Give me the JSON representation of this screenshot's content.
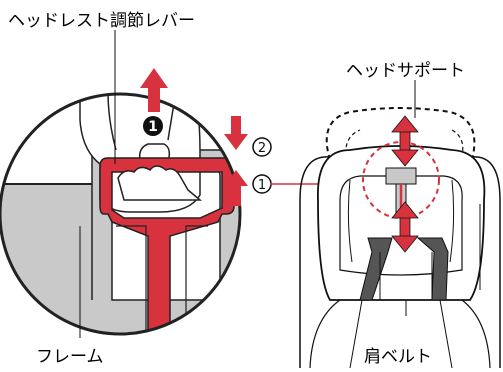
{
  "labels": {
    "headrest_lever": "ヘッドレスト調節レバー",
    "head_support": "ヘッドサポート",
    "frame": "フレーム",
    "shoulder_belt": "肩ベルト"
  },
  "step_marks": {
    "step1_filled": "1",
    "down_marker": "2",
    "up_marker": "1"
  },
  "colors": {
    "red": "#d8323f",
    "gray": "#c9c9c9",
    "dark_gray": "#555555",
    "line": "#222222"
  }
}
